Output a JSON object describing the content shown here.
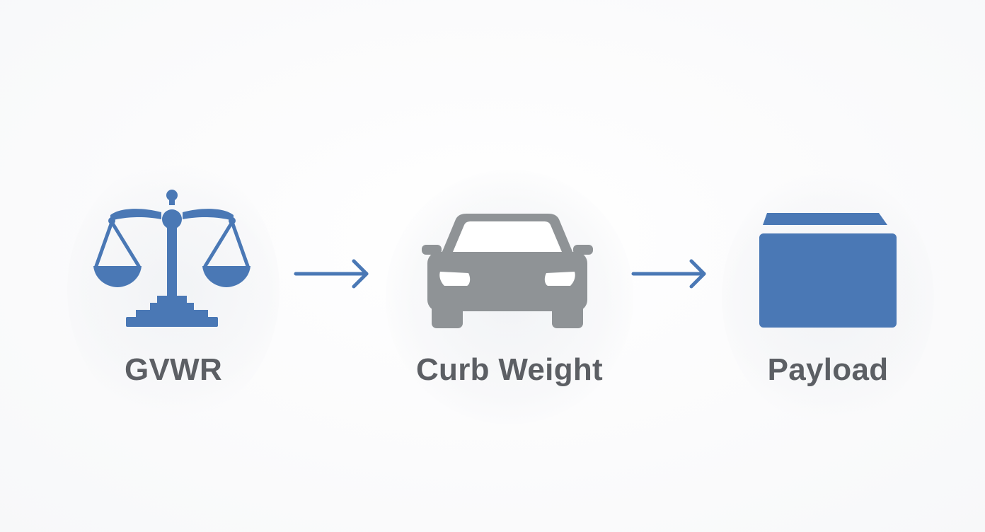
{
  "colors": {
    "accent_blue": "#4a78b5",
    "car_gray": "#8f9396",
    "label_gray": "#5c5f64",
    "background": "#fafbfc"
  },
  "steps": [
    {
      "label": "GVWR",
      "icon": "scales-icon"
    },
    {
      "label": "Curb Weight",
      "icon": "car-icon"
    },
    {
      "label": "Payload",
      "icon": "box-icon"
    }
  ],
  "connectors": [
    {
      "icon": "arrow-right-icon"
    },
    {
      "icon": "arrow-right-icon"
    }
  ]
}
